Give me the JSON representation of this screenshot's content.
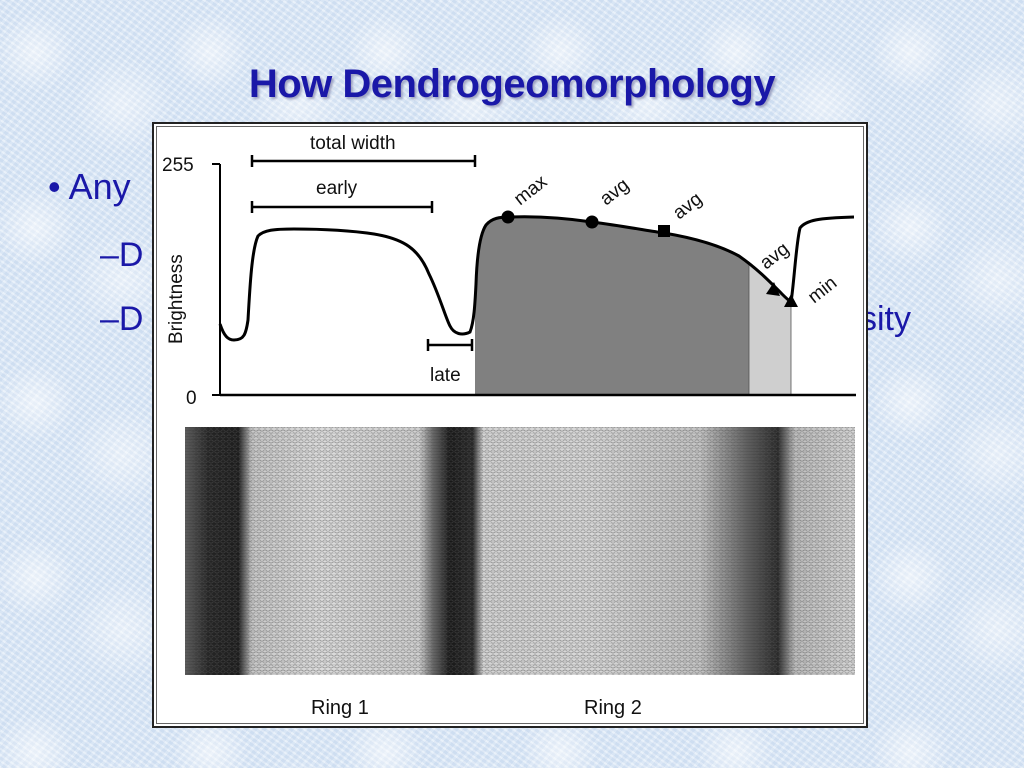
{
  "slide": {
    "title": "How Dendrogeomorphology",
    "bullets": [
      {
        "level": 1,
        "marker": "•",
        "text": "Any"
      },
      {
        "level": 2,
        "marker": "–",
        "text": "D"
      },
      {
        "level": 2,
        "marker": "–",
        "text": "D"
      },
      {
        "level": 2,
        "marker": "",
        "text": "sity"
      }
    ]
  },
  "figure": {
    "y_axis": {
      "label": "Brightness",
      "max_tick": "255",
      "min_tick": "0",
      "range": [
        0,
        255
      ]
    },
    "measures": {
      "total_width": "total width",
      "early": "early",
      "late": "late"
    },
    "markers": {
      "max": "max",
      "avg1": "avg",
      "avg2": "avg",
      "avg3": "avg",
      "min": "min"
    },
    "colors": {
      "latewood_fill": "#808080",
      "transition_fill": "#cfcfcf",
      "curve": "#000000"
    },
    "rings": {
      "ring1": "Ring 1",
      "ring2": "Ring 2"
    }
  }
}
